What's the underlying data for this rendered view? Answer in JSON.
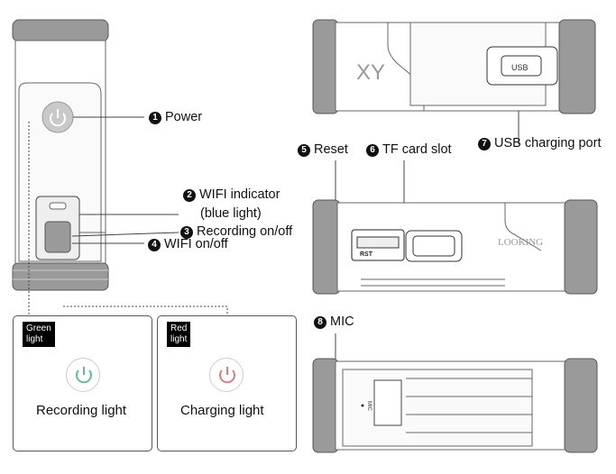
{
  "callouts": {
    "power": {
      "num": "1",
      "text": "Power"
    },
    "wifi_indicator": {
      "num": "2",
      "text": "WIFI indicator"
    },
    "wifi_indicator_sub": "(blue light)",
    "recording": {
      "num": "3",
      "text": "Recording on/off"
    },
    "wifi_onoff": {
      "num": "4",
      "text": "WIFI on/off"
    },
    "reset": {
      "num": "5",
      "text": "Reset"
    },
    "tf_card": {
      "num": "6",
      "text": "TF card slot"
    },
    "usb": {
      "num": "7",
      "text": "USB charging port"
    },
    "mic": {
      "num": "8",
      "text": "MIC"
    }
  },
  "panels": {
    "green": {
      "tag_line1": "Green",
      "tag_line2": "light",
      "caption": "Recording light",
      "color": "#5fbf8a"
    },
    "red": {
      "tag_line1": "Red",
      "tag_line2": "light",
      "caption": "Charging light",
      "color": "#e07a7a"
    }
  },
  "device_marks": {
    "usb_label": "USB",
    "rst_label": "RST",
    "brand": "LOOKING",
    "logo": "XY",
    "mic_label": "MIC"
  }
}
